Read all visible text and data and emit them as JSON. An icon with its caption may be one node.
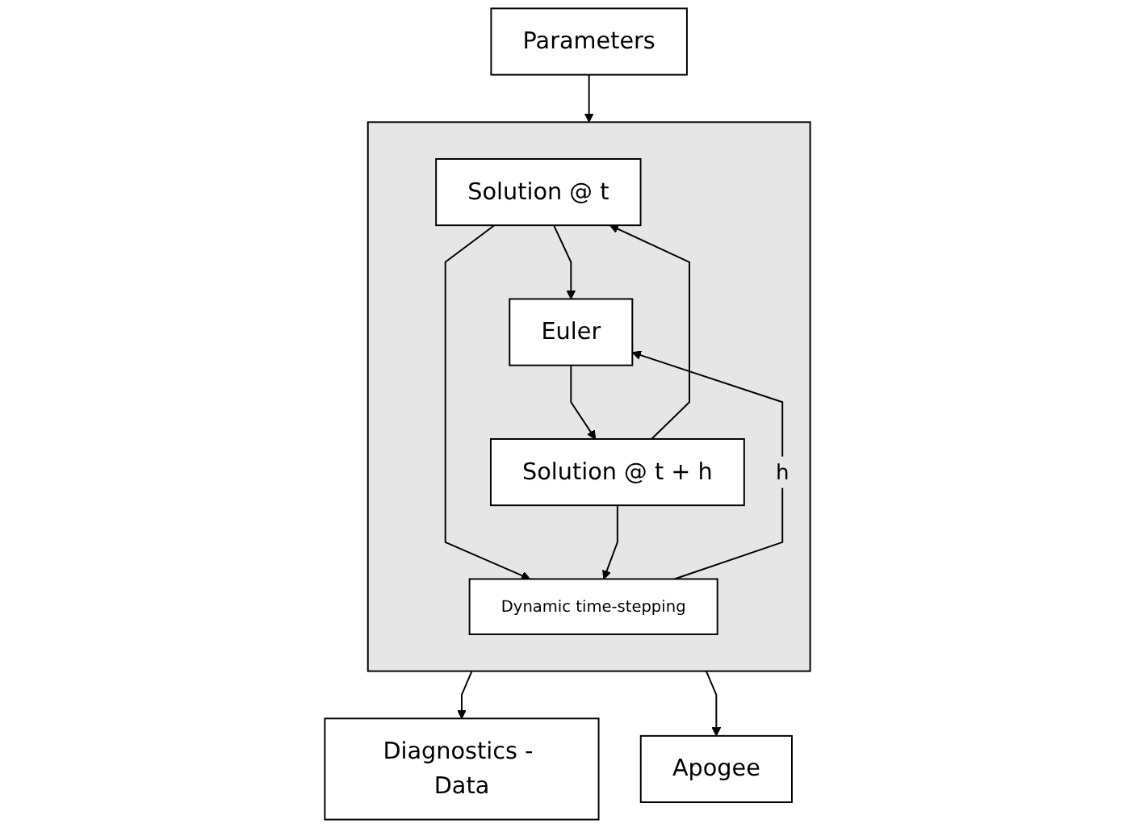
{
  "diagram": {
    "nodes": [
      {
        "text": [
          "Parameters"
        ]
      },
      {
        "text": [],
        "shape": "box"
      },
      {
        "text": [
          "Solution @ t"
        ],
        "in": 1
      },
      {
        "text": [
          "Euler"
        ],
        "in": 1
      },
      {
        "text": [
          "Dynamic time-stepping"
        ],
        "in": 1
      },
      {
        "text": [
          "Solution @ t + h"
        ],
        "in": 1
      },
      {
        "text": [
          "Diagnostics - Data"
        ]
      },
      {
        "text": [
          "Apogee"
        ]
      }
    ],
    "edges": [
      {
        "from": 0,
        "to": 1,
        "arrow": "to"
      },
      {
        "from": 2,
        "to": 3,
        "arrow": "to"
      },
      {
        "from": 2,
        "to": 4,
        "arrow": "to"
      },
      {
        "from": 4,
        "to": 3,
        "arrow": "to",
        "label": "h"
      },
      {
        "from": 3,
        "to": 5,
        "arrow": "to"
      },
      {
        "from": 5,
        "to": 2,
        "arrow": "to"
      },
      {
        "from": 5,
        "to": 4,
        "arrow": "to"
      },
      {
        "from": 1,
        "to": 6,
        "arrow": "to"
      },
      {
        "from": 1,
        "to": 7,
        "arrow": "to"
      }
    ]
  }
}
